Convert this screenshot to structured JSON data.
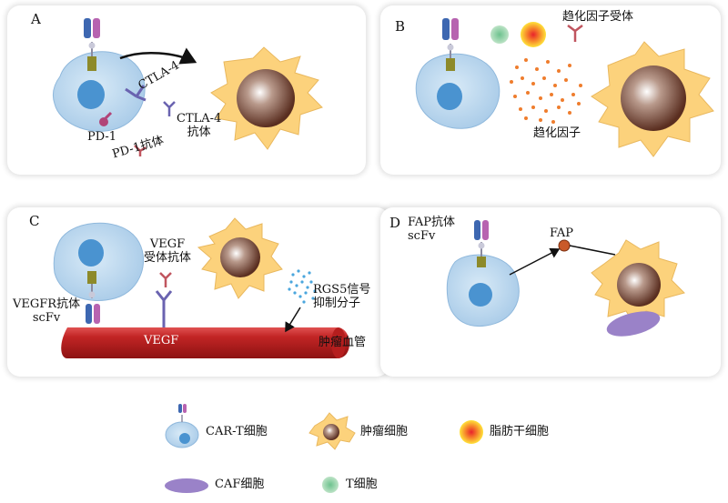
{
  "panels": {
    "a": {
      "letter": "A",
      "ctla4": "CTLA-4",
      "ctla4_antibody_l1": "CTLA-4",
      "ctla4_antibody_l2": "抗体",
      "pd1": "PD-1",
      "pd1_antibody": "PD-1抗体"
    },
    "b": {
      "letter": "B",
      "chemokine_receptor": "趋化因子受体",
      "chemokine": "趋化因子"
    },
    "c": {
      "letter": "C",
      "vegf_antibody_l1": "VEGF",
      "vegf_antibody_l2": "受体抗体",
      "rgs5_l1": "RGS5信号",
      "rgs5_l2": "抑制分子",
      "scfv_l1": "VEGFR抗体",
      "scfv_l2": "scFv",
      "vegf_label": "VEGF",
      "vessel": "肿瘤血管"
    },
    "d": {
      "letter": "D",
      "scfv_l1": "FAP抗体",
      "scfv_l2": "scFv",
      "fap": "FAP"
    }
  },
  "legend": {
    "car_t": "CAR-T细胞",
    "tumor": "肿瘤细胞",
    "csc": "脂肪干细胞",
    "caf": "CAF细胞",
    "t_cell": "T细胞"
  },
  "colors": {
    "t_cell_body": "#bcd9ef",
    "t_cell_nucleus": "#4a93d0",
    "tumor_body": "#fcd27c",
    "tumor_nucleus": "#6b3d2c",
    "chemokine": "#ef7d2d",
    "vessel": "#b51e1e",
    "caf": "#9a82c8",
    "receptor": "#b7637d",
    "rgs5_dots": "#4aa6dd"
  }
}
